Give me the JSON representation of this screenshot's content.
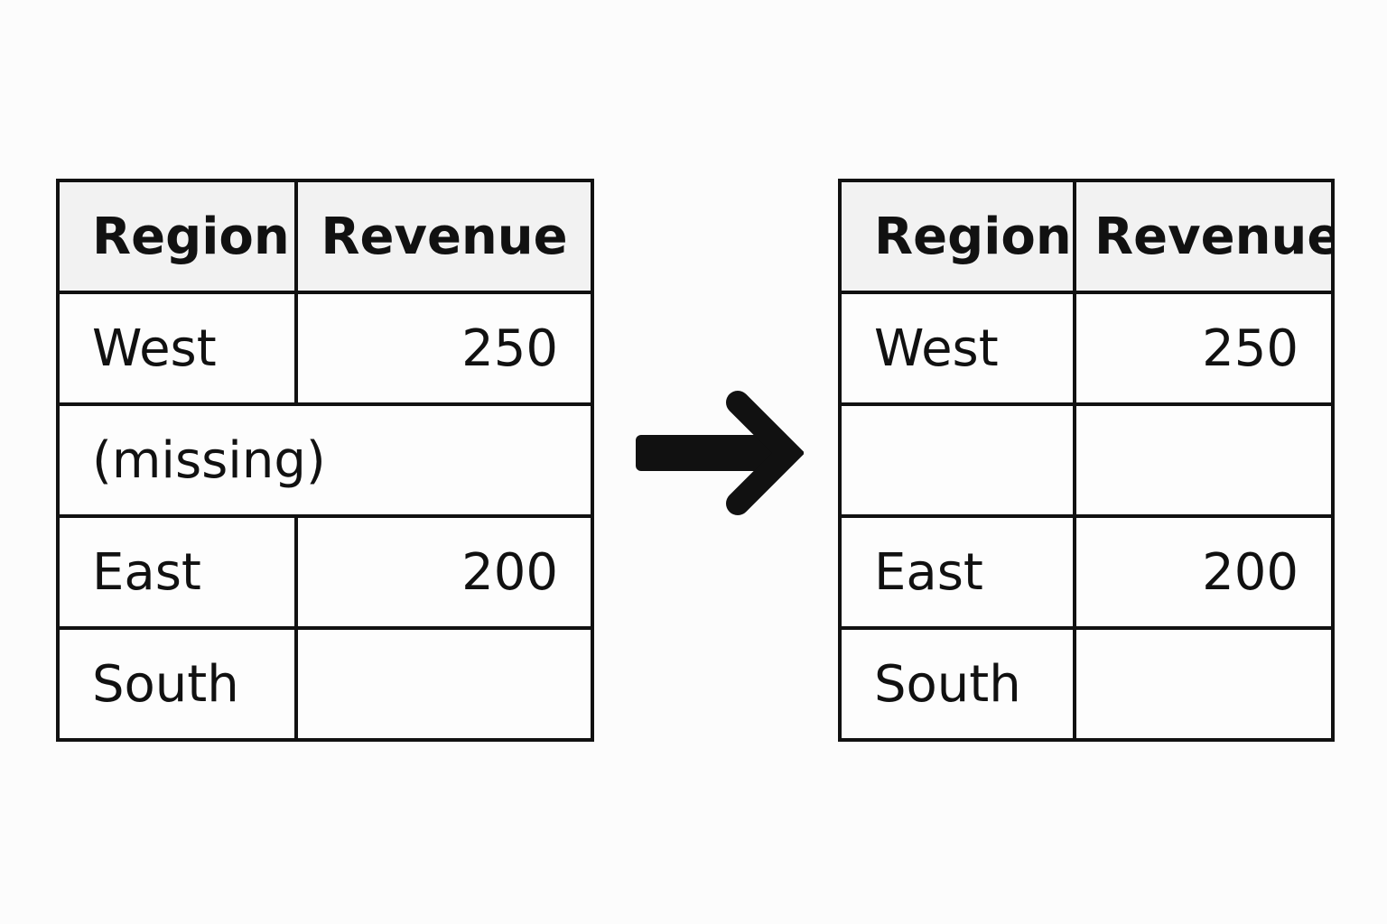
{
  "tables": {
    "before": {
      "headers": [
        "Region",
        "Revenue"
      ],
      "rows": [
        {
          "region": "West",
          "revenue": "250"
        },
        {
          "merged": "(missing)"
        },
        {
          "region": "East",
          "revenue": "200"
        },
        {
          "region": "South",
          "revenue": ""
        }
      ]
    },
    "after": {
      "headers": [
        "Region",
        "Revenue"
      ],
      "rows": [
        {
          "region": "West",
          "revenue": "250"
        },
        {
          "region": "",
          "revenue": ""
        },
        {
          "region": "East",
          "revenue": "200"
        },
        {
          "region": "South",
          "revenue": ""
        }
      ]
    }
  },
  "icons": {
    "arrow": "right-arrow-icon"
  },
  "colors": {
    "ink": "#111111",
    "header_fill": "#f2f2f2",
    "background": "#fcfcfc"
  }
}
